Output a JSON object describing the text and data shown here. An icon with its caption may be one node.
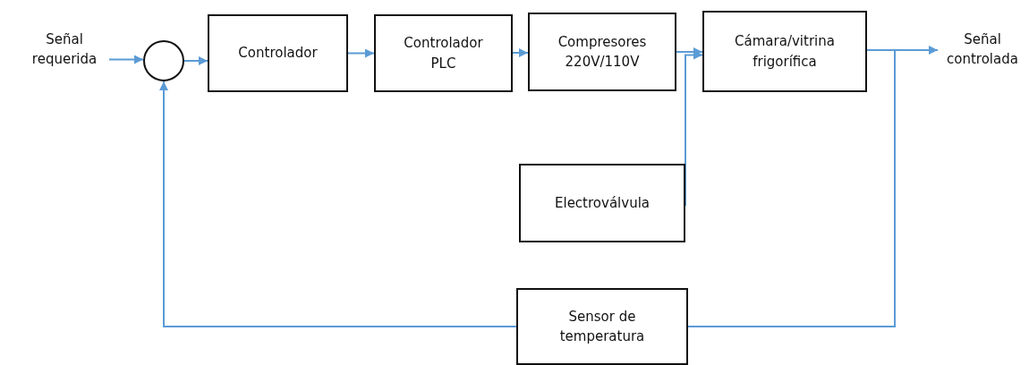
{
  "diagram": {
    "nodes": [
      {
        "text": [
          "Señal requerida"
        ]
      },
      {
        "text": [],
        "shape": "circle"
      },
      {
        "text": [
          "Controlador"
        ]
      },
      {
        "text": [
          "Controlador PLC"
        ]
      },
      {
        "text": [
          "Compresores 220V/110V"
        ]
      },
      {
        "text": [
          "Cámara/vitrina frigorífica"
        ]
      },
      {
        "text": [
          "Señal controlada"
        ]
      },
      {
        "text": [
          "Electroválvula"
        ]
      },
      {
        "text": [
          "Sensor de temperatura"
        ]
      }
    ],
    "edges": [
      {
        "from": 0,
        "to": 1,
        "arrow": "to"
      },
      {
        "from": 1,
        "to": 2,
        "arrow": "to"
      },
      {
        "from": 2,
        "to": 3,
        "arrow": "to"
      },
      {
        "from": 3,
        "to": 4,
        "arrow": "to"
      },
      {
        "from": 4,
        "to": 5,
        "arrow": "to"
      },
      {
        "from": 7,
        "to": 5,
        "arrow": "to"
      },
      {
        "from": 5,
        "to": 6,
        "arrow": "to"
      },
      {
        "from": 5,
        "to": 8,
        "arrow": "none"
      },
      {
        "from": 8,
        "to": 1,
        "arrow": "to"
      }
    ]
  }
}
